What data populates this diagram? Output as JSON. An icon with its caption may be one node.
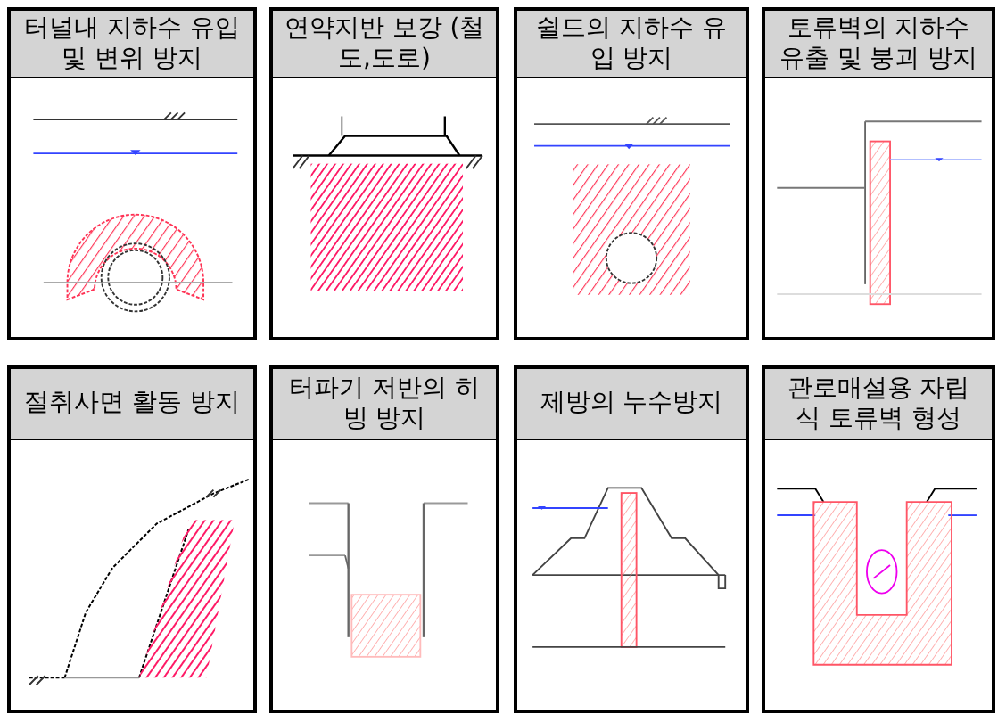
{
  "diagram": {
    "nodes": [
      {
        "text": [
          "터널내 지하수 유입 및 변위 방지"
        ]
      },
      {
        "text": [
          "연약지반 보강 (철도,도로)"
        ]
      },
      {
        "text": [
          "쉴드의 지하수 유입 방지"
        ]
      },
      {
        "text": [
          "토류벽의 지하수 유출 및 붕괴 방지"
        ]
      },
      {
        "text": [
          "절취사면 활동 방지"
        ]
      },
      {
        "text": [
          "터파기 저반의 히빙 방지"
        ]
      },
      {
        "text": [
          "제방의 누수방지"
        ]
      },
      {
        "text": [
          "관로매설용 자립식 토류벽 형성"
        ]
      }
    ]
  }
}
